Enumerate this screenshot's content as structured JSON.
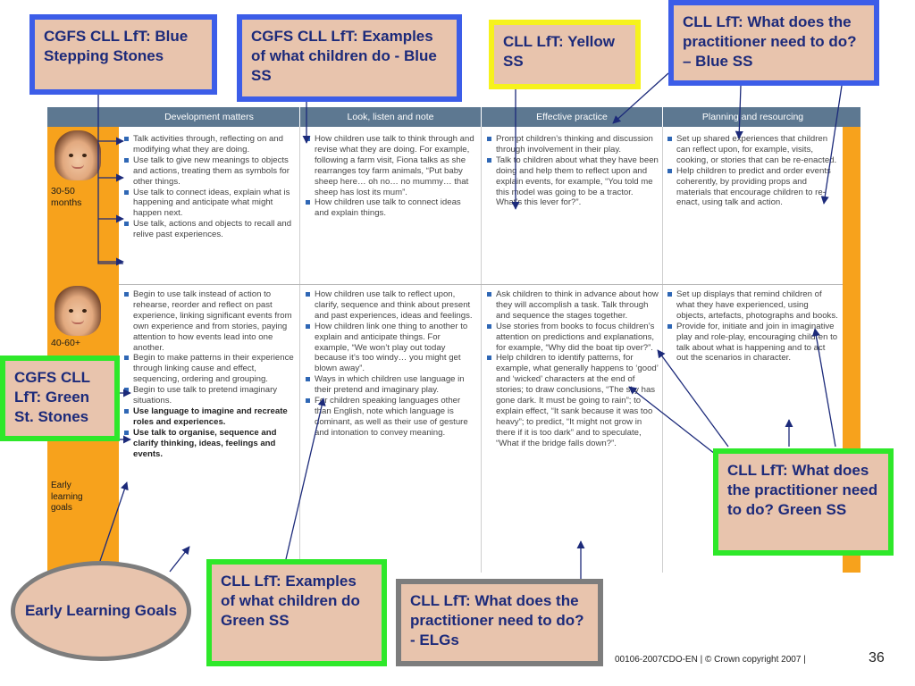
{
  "table": {
    "headers": [
      "Development matters",
      "Look, listen and note",
      "Effective practice",
      "Planning and resourcing"
    ],
    "rows": [
      {
        "age": "30-50\nmonths",
        "cells": [
          [
            {
              "text": "Talk activities through, reflecting on and modifying what they are doing."
            },
            {
              "text": "Use talk to give new meanings to objects and actions, treating them as symbols for other things."
            },
            {
              "text": "Use talk to connect ideas, explain what is happening and anticipate what might happen next."
            },
            {
              "text": "Use talk, actions and objects to recall and relive past experiences."
            }
          ],
          [
            {
              "text": "How children use talk to think through and revise what they are doing. For example, following a farm visit, Fiona talks as she rearranges toy farm animals, “Put baby sheep here… oh no… no mummy… that sheep has lost its mum”."
            },
            {
              "text": "How children use talk to connect ideas and explain things."
            }
          ],
          [
            {
              "text": "Prompt children’s thinking and discussion through involvement in their play."
            },
            {
              "text": "Talk to children about what they have been doing and help them to reflect upon and explain events, for example, “You told me this model was going to be a tractor. What’s this lever for?”."
            }
          ],
          [
            {
              "text": "Set up shared experiences that children can reflect upon, for example, visits, cooking, or stories that can be re-enacted."
            },
            {
              "text": "Help children to predict and order events coherently, by providing props and materials that encourage children to re-enact, using talk and action."
            }
          ]
        ]
      },
      {
        "age": "40-60+",
        "elg": "Early\nlearning\ngoals",
        "cells": [
          [
            {
              "text": "Begin to use talk instead of action to rehearse, reorder and reflect on past experience, linking significant events from own experience and from stories, paying attention to how events lead into one another."
            },
            {
              "text": "Begin to make patterns in their experience through linking cause and effect, sequencing, ordering and grouping."
            },
            {
              "text": "Begin to use talk to pretend imaginary situations."
            },
            {
              "text": "Use language to imagine and recreate roles and experiences.",
              "bold": true
            },
            {
              "text": "Use talk to organise, sequence and clarify thinking, ideas, feelings and events.",
              "bold": true
            }
          ],
          [
            {
              "text": "How children use talk to reflect upon, clarify, sequence and think about present and past experiences, ideas and feelings."
            },
            {
              "text": "How children link one thing to another to explain and anticipate things. For example, “We won’t play out today because it’s too windy… you might get blown away”."
            },
            {
              "text": "Ways in which children use language in their pretend and imaginary play."
            },
            {
              "text": "For children speaking languages other than English, note which language is dominant, as well as their use of gesture and intonation to convey meaning."
            }
          ],
          [
            {
              "text": "Ask children to think in advance about how they will accomplish a task. Talk through and sequence the stages together."
            },
            {
              "text": "Use stories from books to focus children’s attention on predictions and explanations, for example, “Why did the boat tip over?”."
            },
            {
              "text": "Help children to identify patterns, for example, what generally happens to ‘good’ and ‘wicked’ characters at the end of stories; to draw conclusions, “The sky has gone dark. It must be going to rain”; to explain effect, “It sank because it was too heavy”; to predict, “It might not grow in there if it is too dark” and to speculate, “What if the bridge falls down?”."
            }
          ],
          [
            {
              "text": "Set up displays that remind children of what they have experienced, using objects, artefacts, photographs and books."
            },
            {
              "text": "Provide for, initiate and join in imaginative play and role-play, encouraging children to talk about what is happening and to act out the scenarios in character."
            }
          ]
        ]
      }
    ]
  },
  "callouts": {
    "cgfs_blue": "CGFS CLL LfT: Blue Stepping Stones",
    "cgfs_examples_blue": "CGFS CLL LfT: Examples of what children do - Blue SS",
    "yellow": "CLL LfT: Yellow SS",
    "practitioner_blue": "CLL LfT: What does the practitioner need to do? – Blue SS",
    "cgfs_green": "CGFS CLL LfT: Green St. Stones",
    "practitioner_green": "CLL LfT: What does the practitioner need to do? Green SS",
    "examples_green": "CLL LfT: Examples of what children do Green SS",
    "practitioner_elg": "CLL LfT: What does the practitioner need to do? - ELGs",
    "elg_ellipse": "Early Learning Goals"
  },
  "footer": {
    "copyright": "00106-2007CDO-EN | © Crown copyright 2007 |",
    "page_number": "36"
  },
  "colors": {
    "blue_border": "#3c5de8",
    "yellow_border": "#f6f21c",
    "green_border": "#2ee82a",
    "grey_border": "#7d7d7d",
    "callout_fill": "#e8c4ad",
    "callout_text": "#1c2a7a",
    "header_bg": "#5d7891",
    "age_band": "#f7a21c",
    "bullet": "#2f67b5"
  },
  "icons": [
    "child-photo-30-50",
    "child-photo-40-60"
  ]
}
